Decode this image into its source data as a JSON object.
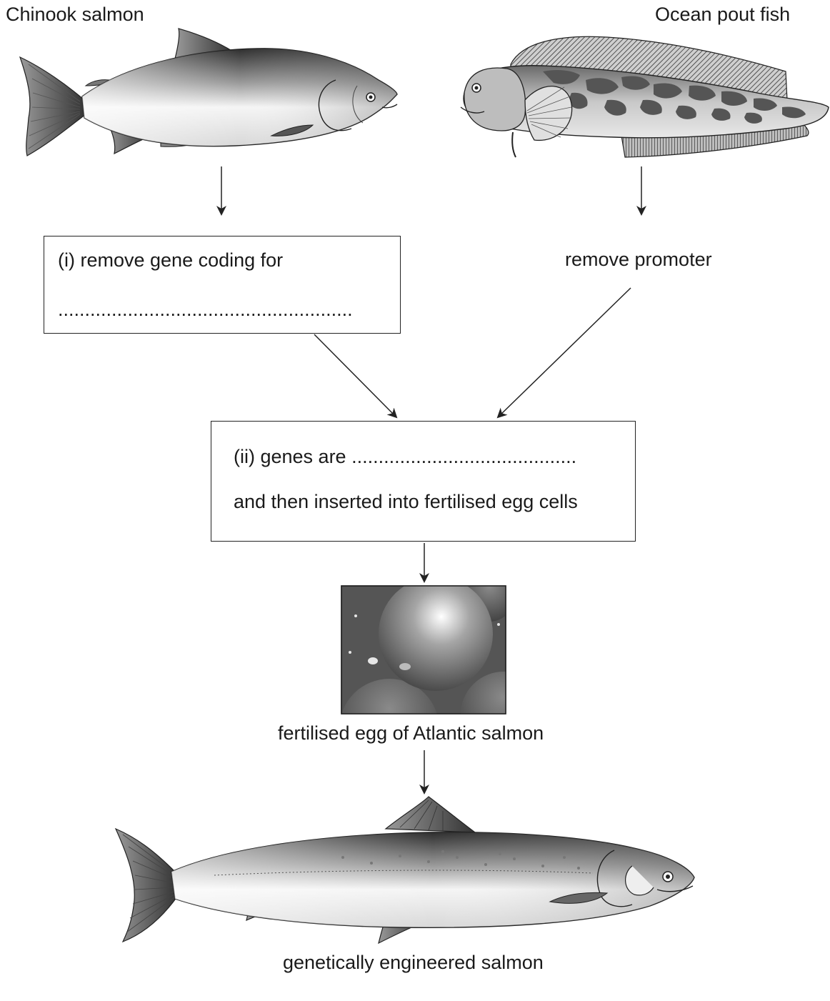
{
  "labels": {
    "chinook": "Chinook salmon",
    "ocean_pout": "Ocean pout fish",
    "remove_promoter": "remove promoter",
    "egg_caption": "fertilised egg of Atlantic salmon",
    "final_caption": "genetically engineered salmon"
  },
  "box1": {
    "line1": "(i) remove gene coding for",
    "line2": "......................................................."
  },
  "box2": {
    "line1": "(ii) genes are ..........................................",
    "line2": "and then inserted into fertilised egg cells"
  },
  "colors": {
    "line": "#222222",
    "fish_dark": "#3a3a3a",
    "fish_mid": "#8a8a8a",
    "fish_light": "#f2f2f2",
    "egg_bg": "#4a4a4a"
  },
  "icons": [
    "chinook-salmon-illustration",
    "ocean-pout-illustration",
    "fertilised-egg-image",
    "atlantic-salmon-illustration"
  ]
}
